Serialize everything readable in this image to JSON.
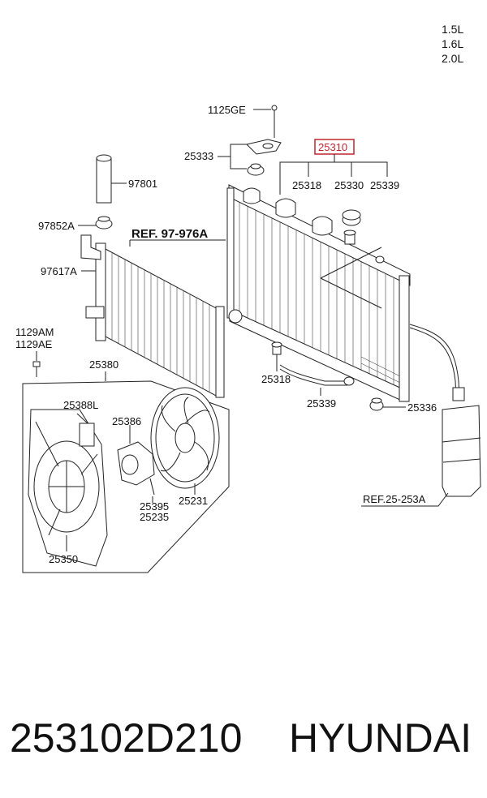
{
  "engines": [
    "1.5L",
    "1.6L",
    "2.0L"
  ],
  "highlight_part": "25310",
  "highlight_color": "#c0262d",
  "labels": {
    "p1125GE": "1125GE",
    "p25333": "25333",
    "p97801": "97801",
    "p97852A": "97852A",
    "ref97976A": "REF. 97-976A",
    "p97617A": "97617A",
    "p1129AM": "1129AM",
    "p1129AE": "1129AE",
    "p25380": "25380",
    "p25388L": "25388L",
    "p25386": "25386",
    "p25395": "25395",
    "p25235": "25235",
    "p25231": "25231",
    "p25350": "25350",
    "p25318a": "25318",
    "p25330": "25330",
    "p25339a": "25339",
    "p25318b": "25318",
    "p25339b": "25339",
    "p25336": "25336",
    "ref25253A": "REF.25-253A"
  },
  "footer": {
    "part_number": "253102D210",
    "brand": "HYUNDAI"
  }
}
